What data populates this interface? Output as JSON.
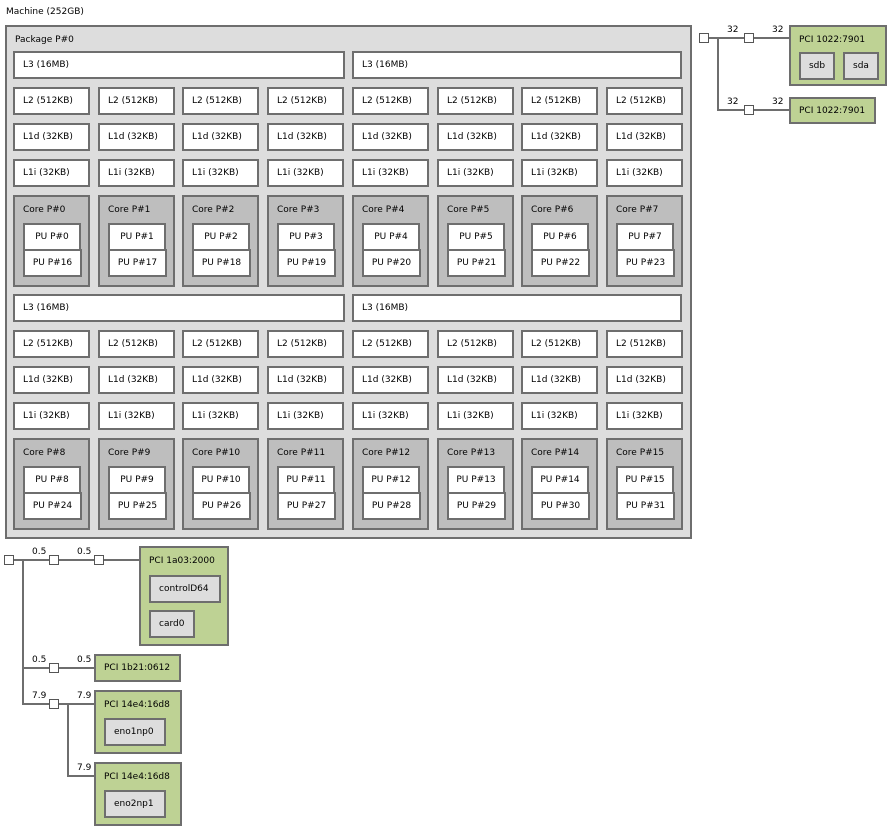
{
  "machine": {
    "label": "Machine (252GB)"
  },
  "package": {
    "label": "Package P#0",
    "groups": [
      {
        "l3": [
          "L3 (16MB)",
          "L3 (16MB)"
        ],
        "l2": [
          "L2 (512KB)",
          "L2 (512KB)",
          "L2 (512KB)",
          "L2 (512KB)",
          "L2 (512KB)",
          "L2 (512KB)",
          "L2 (512KB)",
          "L2 (512KB)"
        ],
        "l1d": [
          "L1d (32KB)",
          "L1d (32KB)",
          "L1d (32KB)",
          "L1d (32KB)",
          "L1d (32KB)",
          "L1d (32KB)",
          "L1d (32KB)",
          "L1d (32KB)"
        ],
        "l1i": [
          "L1i (32KB)",
          "L1i (32KB)",
          "L1i (32KB)",
          "L1i (32KB)",
          "L1i (32KB)",
          "L1i (32KB)",
          "L1i (32KB)",
          "L1i (32KB)"
        ],
        "cores": [
          {
            "label": "Core P#0",
            "pus": [
              "PU P#0",
              "PU P#16"
            ]
          },
          {
            "label": "Core P#1",
            "pus": [
              "PU P#1",
              "PU P#17"
            ]
          },
          {
            "label": "Core P#2",
            "pus": [
              "PU P#2",
              "PU P#18"
            ]
          },
          {
            "label": "Core P#3",
            "pus": [
              "PU P#3",
              "PU P#19"
            ]
          },
          {
            "label": "Core P#4",
            "pus": [
              "PU P#4",
              "PU P#20"
            ]
          },
          {
            "label": "Core P#5",
            "pus": [
              "PU P#5",
              "PU P#21"
            ]
          },
          {
            "label": "Core P#6",
            "pus": [
              "PU P#6",
              "PU P#22"
            ]
          },
          {
            "label": "Core P#7",
            "pus": [
              "PU P#7",
              "PU P#23"
            ]
          }
        ]
      },
      {
        "l3": [
          "L3 (16MB)",
          "L3 (16MB)"
        ],
        "l2": [
          "L2 (512KB)",
          "L2 (512KB)",
          "L2 (512KB)",
          "L2 (512KB)",
          "L2 (512KB)",
          "L2 (512KB)",
          "L2 (512KB)",
          "L2 (512KB)"
        ],
        "l1d": [
          "L1d (32KB)",
          "L1d (32KB)",
          "L1d (32KB)",
          "L1d (32KB)",
          "L1d (32KB)",
          "L1d (32KB)",
          "L1d (32KB)",
          "L1d (32KB)"
        ],
        "l1i": [
          "L1i (32KB)",
          "L1i (32KB)",
          "L1i (32KB)",
          "L1i (32KB)",
          "L1i (32KB)",
          "L1i (32KB)",
          "L1i (32KB)",
          "L1i (32KB)"
        ],
        "cores": [
          {
            "label": "Core P#8",
            "pus": [
              "PU P#8",
              "PU P#24"
            ]
          },
          {
            "label": "Core P#9",
            "pus": [
              "PU P#9",
              "PU P#25"
            ]
          },
          {
            "label": "Core P#10",
            "pus": [
              "PU P#10",
              "PU P#26"
            ]
          },
          {
            "label": "Core P#11",
            "pus": [
              "PU P#11",
              "PU P#27"
            ]
          },
          {
            "label": "Core P#12",
            "pus": [
              "PU P#12",
              "PU P#28"
            ]
          },
          {
            "label": "Core P#13",
            "pus": [
              "PU P#13",
              "PU P#29"
            ]
          },
          {
            "label": "Core P#14",
            "pus": [
              "PU P#14",
              "PU P#30"
            ]
          },
          {
            "label": "Core P#15",
            "pus": [
              "PU P#15",
              "PU P#31"
            ]
          }
        ]
      }
    ]
  },
  "io_right": {
    "links": [
      "32",
      "32",
      "32",
      "32"
    ],
    "devices": [
      {
        "label": "PCI 1022:7901",
        "children": [
          "sdb",
          "sda"
        ]
      },
      {
        "label": "PCI 1022:7901",
        "children": []
      }
    ]
  },
  "io_bottom": {
    "links": {
      "a1": "0.5",
      "a2": "0.5",
      "b1": "0.5",
      "b2": "0.5",
      "c1": "7.9",
      "c2": "7.9",
      "c3": "7.9"
    },
    "devices": [
      {
        "label": "PCI 1a03:2000",
        "children": [
          "controlD64",
          "card0"
        ]
      },
      {
        "label": "PCI 1b21:0612",
        "children": []
      },
      {
        "label": "PCI 14e4:16d8",
        "children": [
          "eno1np0"
        ]
      },
      {
        "label": "PCI 14e4:16d8",
        "children": [
          "eno2np1"
        ]
      }
    ]
  },
  "colors": {
    "package_bg": "#dddddd",
    "core_bg": "#bebebe",
    "cache_bg": "#ffffff",
    "pci_bg": "#bed294",
    "osdev_bg": "#dddddd",
    "border": "#6e6e6e"
  }
}
